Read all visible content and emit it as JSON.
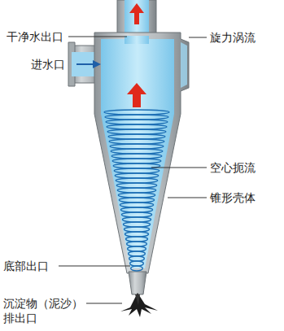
{
  "diagram": {
    "labels": [
      "干净水出口",
      "旋力涡流",
      "进水口",
      "空心扼流",
      "锥形壳体",
      "底部出口",
      "沉淀物（泥沙） 排出口"
    ]
  }
}
